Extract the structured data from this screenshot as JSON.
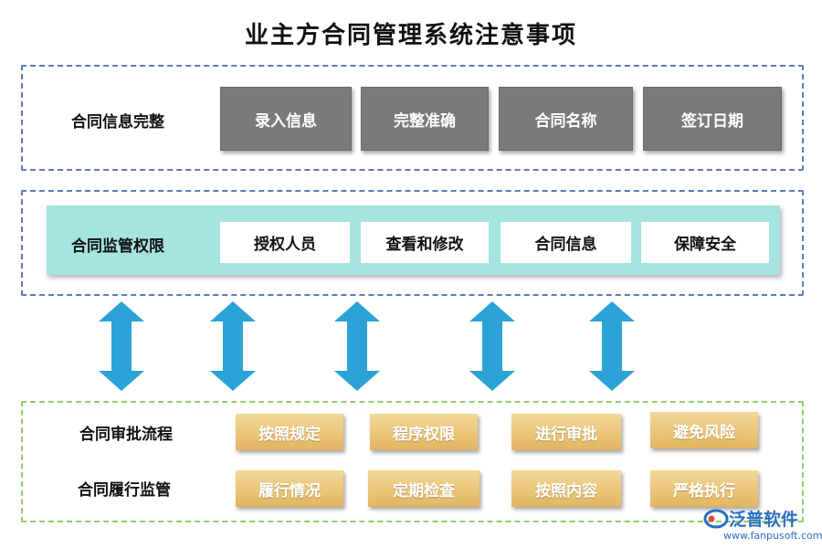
{
  "title": "业主方合同管理系统注意事项",
  "section1": {
    "label": "合同信息完整",
    "items": [
      "录入信息",
      "完整准确",
      "合同名称",
      "签订日期"
    ]
  },
  "section2": {
    "label": "合同监管权限",
    "items": [
      "授权人员",
      "查看和修改",
      "合同信息",
      "保障安全"
    ]
  },
  "section3": {
    "rows": [
      {
        "label": "合同审批流程",
        "items": [
          "按照规定",
          "程序权限",
          "进行审批",
          "避免风险"
        ]
      },
      {
        "label": "合同履行监管",
        "items": [
          "履行情况",
          "定期检查",
          "按照内容",
          "严格执行"
        ]
      }
    ]
  },
  "colors": {
    "gray_box": "#7a7a7a",
    "teal_band": "#a5e4df",
    "gold_box": "#e2b560",
    "arrow": "#2ba3d6",
    "dash_blue": "#5b7bbf",
    "dash_green": "#8fd16a"
  },
  "logo": {
    "text": "泛普软件",
    "url": "www.fanpusoft.com"
  }
}
